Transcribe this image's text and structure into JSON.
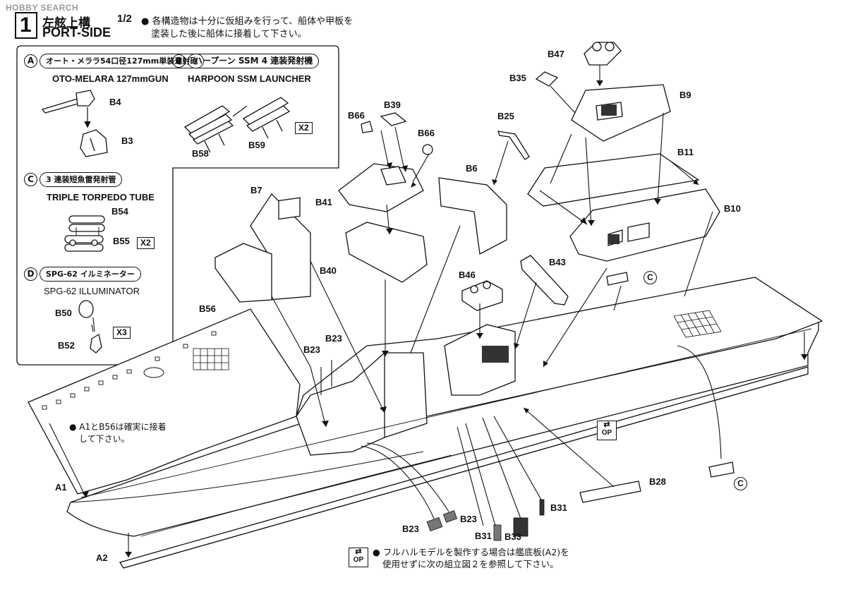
{
  "watermark": "HOBBY SEARCH",
  "step": {
    "number": "1",
    "title_jp": "左舷上構",
    "fraction": "1/2",
    "title_en": "PORT-SIDE",
    "note_line1": "各構造物は十分に仮組みを行って、船体や甲板を",
    "note_line2": "塗装した後に船体に接着して下さい。"
  },
  "subassemblies": {
    "A": {
      "letter": "A",
      "jp": "オート・メララ54口径127mm単装速射砲",
      "en": "OTO-MELARA 127mmGUN"
    },
    "B": {
      "letter": "B",
      "jp": "ハープーン SSM 4 連装発射機",
      "en": "HARPOON  SSM LAUNCHER",
      "qty": "X2"
    },
    "C": {
      "letter": "C",
      "jp": "3 連装短魚雷発射管",
      "en": "TRIPLE TORPEDO TUBE",
      "qty": "X2"
    },
    "D": {
      "letter": "D",
      "jp": "SPG-62 イルミネーター",
      "en": "SPG-62 ILLUMINATOR",
      "qty": "X3"
    }
  },
  "part_labels": {
    "B4": "B4",
    "B3": "B3",
    "B58": "B58",
    "B59": "B59",
    "B54": "B54",
    "B55": "B55",
    "B50": "B50",
    "B52": "B52",
    "B56": "B56",
    "B7": "B7",
    "B41": "B41",
    "B40": "B40",
    "B66a": "B66",
    "B66b": "B66",
    "B39": "B39",
    "B25": "B25",
    "B6": "B6",
    "B47": "B47",
    "B35": "B35",
    "B9": "B9",
    "B11": "B11",
    "B10": "B10",
    "B43": "B43",
    "B46": "B46",
    "B23a": "B23",
    "B23b": "B23",
    "B23c": "B23",
    "B23d": "B23",
    "A1": "A1",
    "A2": "A2",
    "B28": "B28",
    "B31a": "B31",
    "B31b": "B31",
    "B33": "B33",
    "Ca": "C",
    "Cb": "C"
  },
  "notes": {
    "bow_line1": "A1とB56は確実に接着",
    "bow_line2": "して下さい。",
    "bottom_line1": "フルハルモデルを製作する場合は艦底板(A2)を",
    "bottom_line2": "使用せずに次の組立図２を参照して下さい。",
    "op_top": "OP",
    "op_bottom": "OP"
  }
}
